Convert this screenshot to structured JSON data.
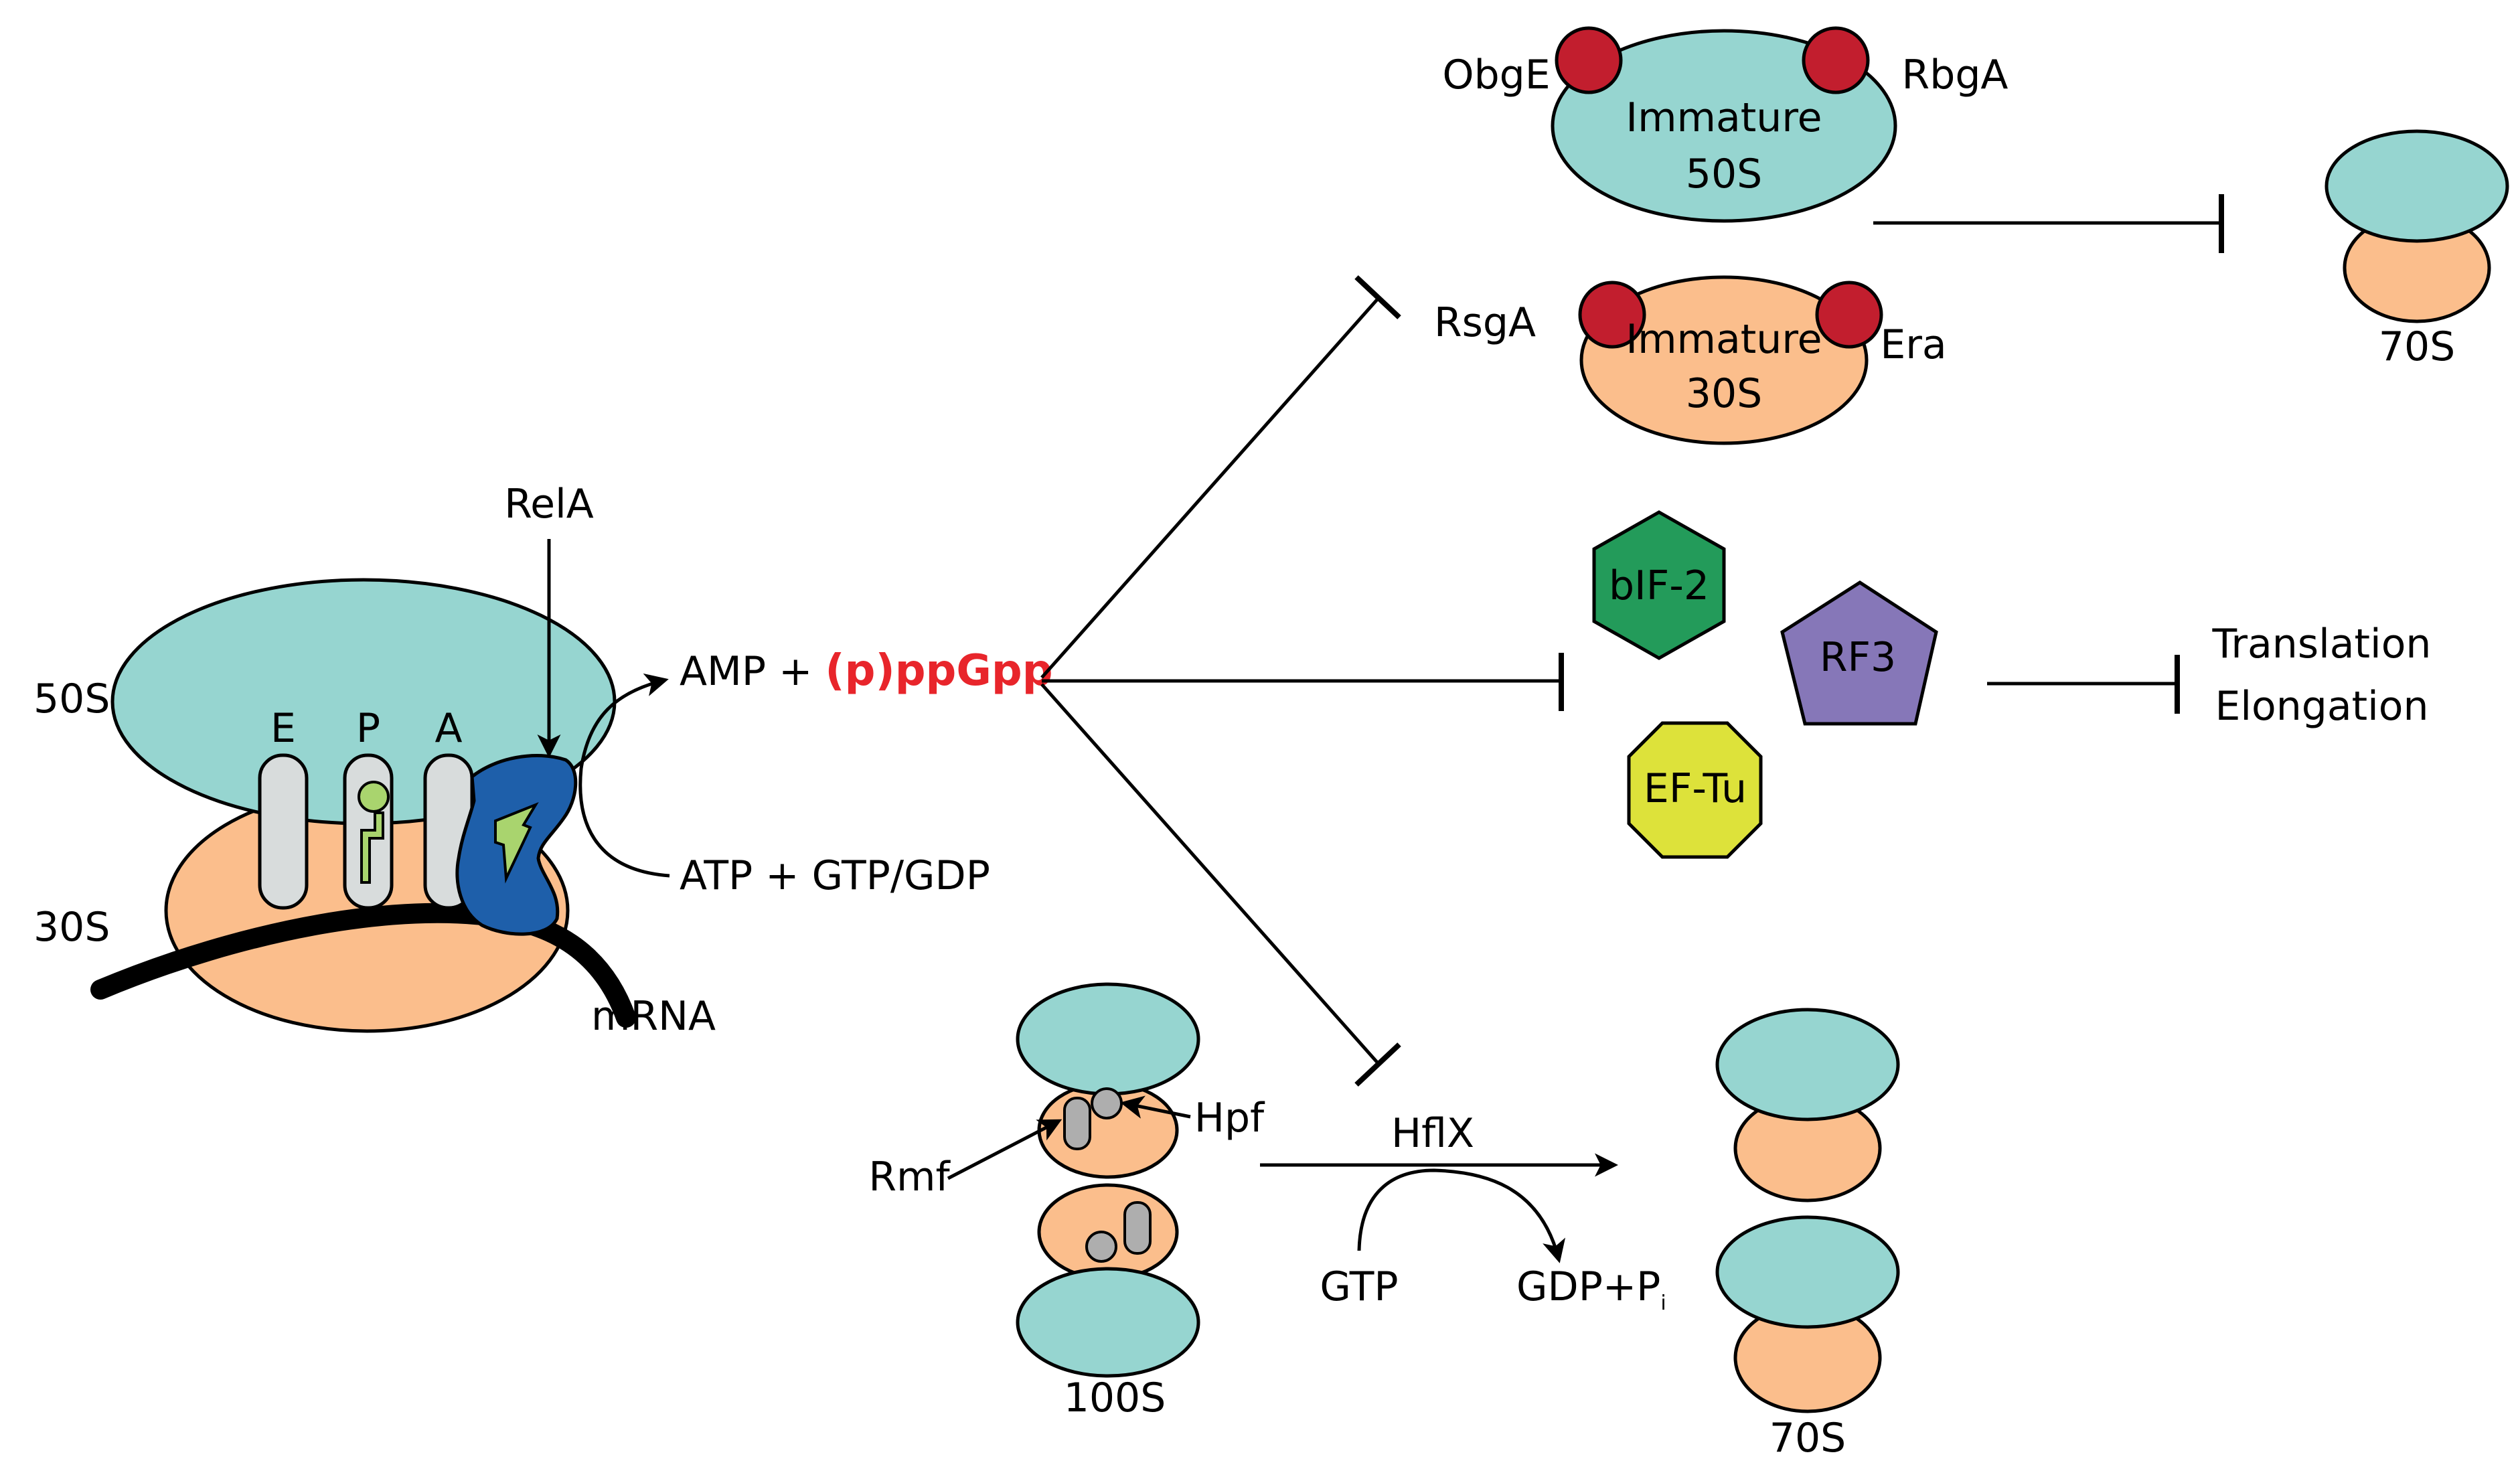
{
  "colors": {
    "large_subunit": "#96d5d0",
    "small_subunit": "#fbbe8c",
    "gtpase": "#c21e2e",
    "rela": "#1e5faa",
    "trna": "#d8dcdc",
    "trna_ligand": "#a9d46e",
    "bif2": "#239b5a",
    "rf3": "#8677b8",
    "eftu": "#dde23a",
    "ppgpp": "#e8252b",
    "hpf": "#aeaeae"
  },
  "icons": {
    "inhibition": "tee-bar-arrow",
    "activation": "arrowhead",
    "trna": "rounded-rect",
    "factor_shapes": [
      "hexagon",
      "pentagon",
      "octagon"
    ]
  },
  "ribosome": {
    "label_50s": "50S",
    "label_30s": "30S",
    "site_e": "E",
    "site_p": "P",
    "site_a": "A",
    "mrna": "mRNA"
  },
  "rela": {
    "label": "RelA",
    "products_prefix": "AMP + ",
    "products_highlight": "(p)ppGpp",
    "substrates": "ATP + GTP/GDP"
  },
  "assembly": {
    "obge": "ObgE",
    "rbga": "RbgA",
    "immature_50s_line1": "Immature",
    "immature_50s_line2": "50S",
    "rsga": "RsgA",
    "era": "Era",
    "immature_30s_line1": "Immature",
    "immature_30s_line2": "30S",
    "product_70s": "70S"
  },
  "translation": {
    "bif2": "bIF-2",
    "rf3": "RF3",
    "eftu": "EF-Tu",
    "outcome_line1": "Translation",
    "outcome_line2": "Elongation"
  },
  "hibernation": {
    "rmf": "Rmf",
    "hpf": "Hpf",
    "label_100s": "100S",
    "hflx": "HflX",
    "gtp": "GTP",
    "gdp_pi": "GDP+P",
    "gdp_pi_sub": "i",
    "label_70s": "70S"
  }
}
